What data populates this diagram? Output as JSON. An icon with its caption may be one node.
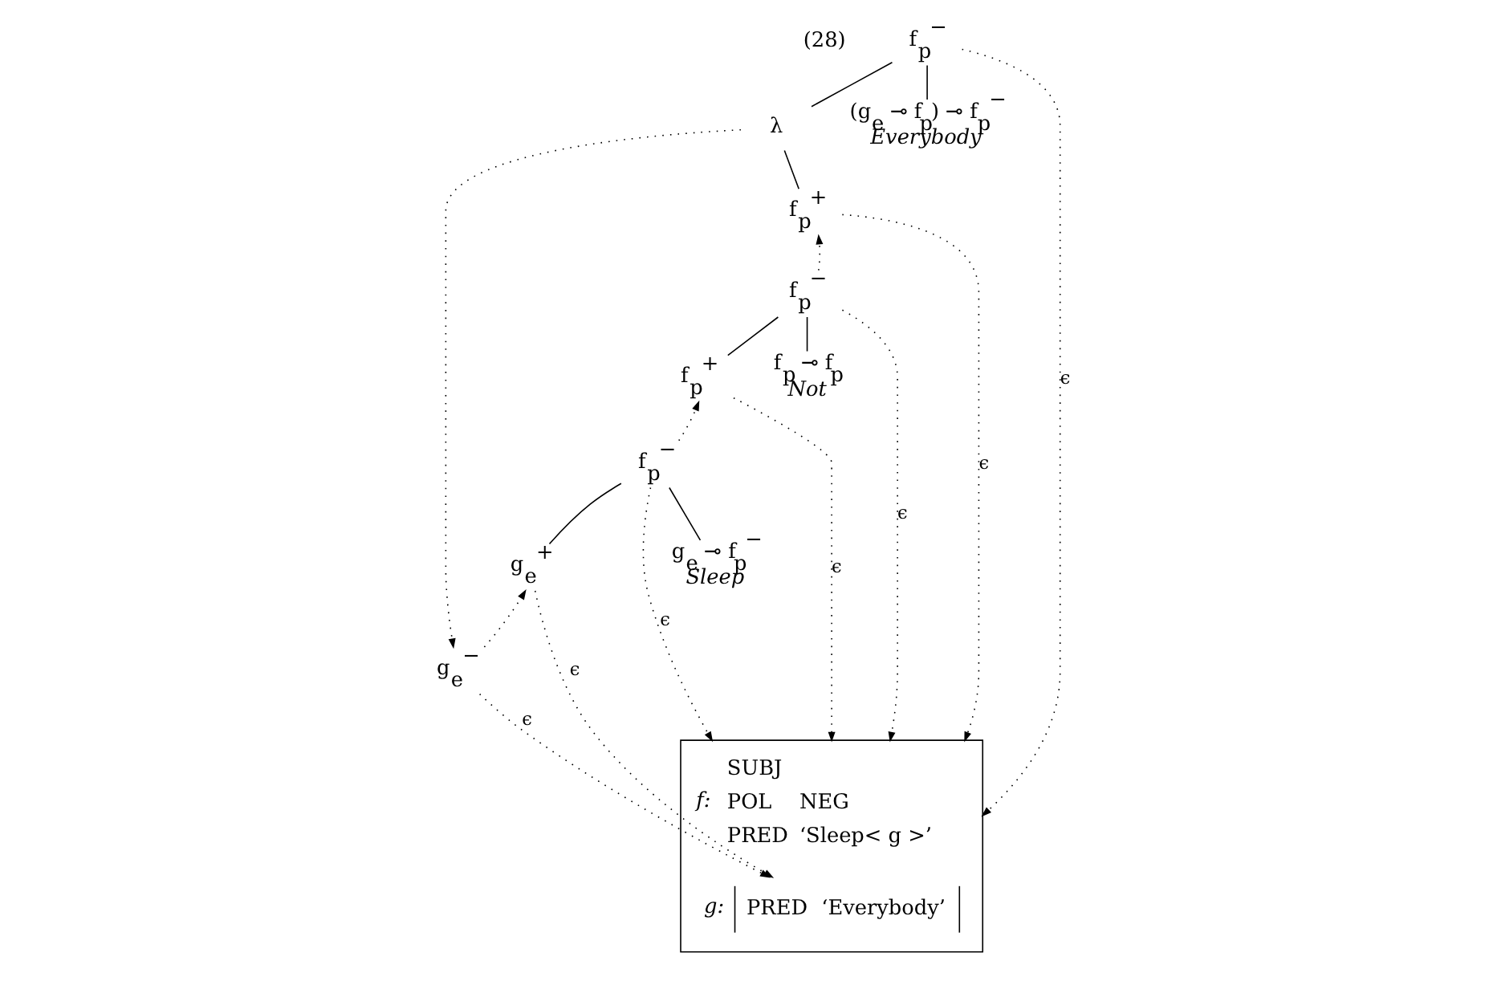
{
  "diagram": {
    "nodes": [
      {
        "text": [
          "f$_{p}$$^{−}$"
        ]
      },
      {
        "text": [
          "λ"
        ]
      },
      {
        "text": [
          "(g$_{e}$ ⊸ f$_{p}$) ⊸ f$_{p}$$^{−}$",
          "Everybody"
        ]
      },
      {
        "text": [
          "f$_{p}$$^{+}$"
        ]
      },
      {
        "text": [
          "f$_{p}$$^{−}$"
        ]
      },
      {
        "text": [
          "f$_{p}$$^{+}$"
        ]
      },
      {
        "text": [
          "f$_{p}$ ⊸ f$_{p}$",
          "Not"
        ]
      },
      {
        "text": [
          "f$_{p}$$^{−}$"
        ]
      },
      {
        "text": [
          "g$_{e}$$^{+}$"
        ]
      },
      {
        "text": [
          "g$_{e}$ ⊸ f$_{p}$$^{−}$",
          "Sleep"
        ]
      },
      {
        "text": [
          "g$_{e}$$^{−}$"
        ]
      },
      {
        "text": [
          "f:",
          "SUBJ",
          "POL",
          "NEG",
          "PRED",
          "‘Sleep< g >’"
        ]
      },
      {
        "text": [
          "g:",
          "PRED",
          "‘Everybody’"
        ],
        "in": 11
      }
    ],
    "edges": [
      {
        "from": 0,
        "to": 1,
        "arrow": "none"
      },
      {
        "from": 0,
        "to": 2,
        "arrow": "none"
      },
      {
        "from": 1,
        "to": 3,
        "arrow": "none"
      },
      {
        "from": 4,
        "to": 3,
        "arrow": "to",
        "style": "dashed"
      },
      {
        "from": 4,
        "to": 5,
        "arrow": "none"
      },
      {
        "from": 4,
        "to": 6,
        "arrow": "none"
      },
      {
        "from": 7,
        "to": 5,
        "arrow": "to",
        "style": "dashed"
      },
      {
        "from": 7,
        "to": 8,
        "arrow": "none"
      },
      {
        "from": 7,
        "to": 9,
        "arrow": "none"
      },
      {
        "from": 10,
        "to": 8,
        "arrow": "to",
        "style": "dashed"
      },
      {
        "from": 1,
        "to": 10,
        "arrow": "to",
        "style": "dashed"
      },
      {
        "from": 0,
        "to": 11,
        "arrow": "to",
        "style": "dashed",
        "label": "ϵ"
      },
      {
        "from": 3,
        "to": 11,
        "arrow": "to",
        "style": "dashed",
        "label": "ϵ"
      },
      {
        "from": 4,
        "to": 11,
        "arrow": "to",
        "style": "dashed",
        "label": "ϵ"
      },
      {
        "from": 5,
        "to": 11,
        "arrow": "to",
        "style": "dashed",
        "label": "ϵ"
      },
      {
        "from": 7,
        "to": 11,
        "arrow": "to",
        "style": "dashed",
        "label": "ϵ"
      },
      {
        "from": 8,
        "to": 12,
        "arrow": "to",
        "style": "dashed",
        "label": "ϵ"
      },
      {
        "from": 10,
        "to": 12,
        "arrow": "to",
        "style": "dashed",
        "label": "ϵ"
      }
    ],
    "labels": [
      "(28)"
    ]
  }
}
